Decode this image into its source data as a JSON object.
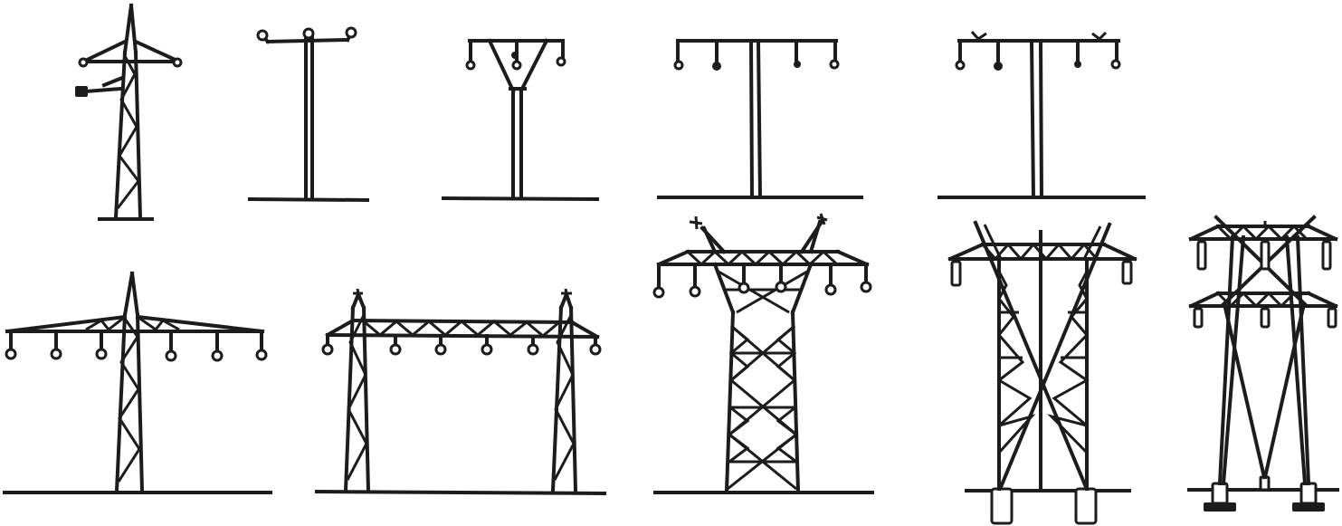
{
  "diagram": {
    "colors": {
      "line": "#1c1c1c",
      "background": "#ffffff"
    },
    "towers": [
      {
        "id": "single-lattice-small"
      },
      {
        "id": "single-pole-top-crossarm"
      },
      {
        "id": "y-pole"
      },
      {
        "id": "t-pole-four-conductor"
      },
      {
        "id": "t-pole-shield-wires"
      },
      {
        "id": "single-lattice-wide-arm"
      },
      {
        "id": "portal-frame-lattice"
      },
      {
        "id": "cat-head-lattice"
      },
      {
        "id": "cross-braced-portal"
      },
      {
        "id": "double-crossarm-guyed-v"
      }
    ]
  }
}
